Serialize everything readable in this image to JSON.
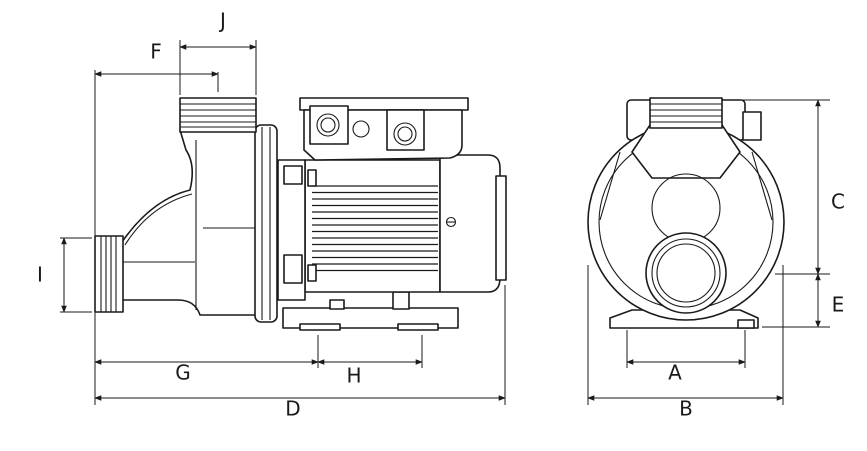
{
  "diagram": {
    "dimension_labels": {
      "a": "A",
      "b": "B",
      "c": "C",
      "d": "D",
      "e": "E",
      "f": "F",
      "g": "G",
      "h": "H",
      "i": "I",
      "j": "J"
    },
    "colors": {
      "line": "#1a1a1a",
      "background": "#ffffff"
    }
  }
}
